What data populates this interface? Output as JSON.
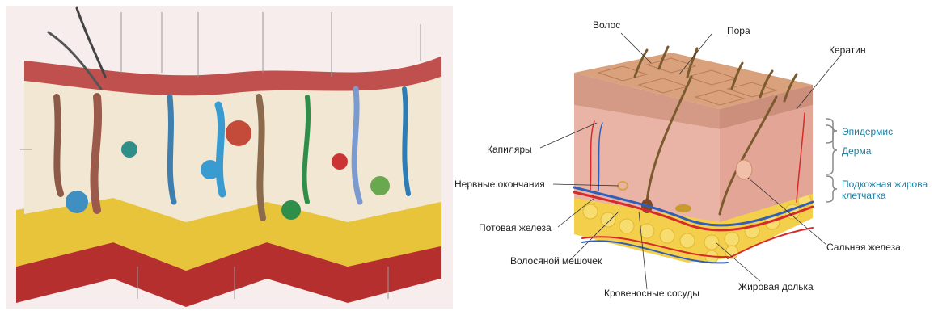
{
  "figure_left": {
    "caption": ""
  },
  "figure_right": {
    "labels": {
      "hair": "Волос",
      "pore": "Пора",
      "keratin": "Кератин",
      "capillaries": "Капиляры",
      "nerve_endings": "Нервные окончания",
      "sweat_gland": "Потовая железа",
      "hair_follicle": "Волосяной мешочек",
      "blood_vessels": "Кровеносные сосуды",
      "fat_lobule": "Жировая долька",
      "sebaceous_gland": "Сальная железа"
    },
    "layers": {
      "epidermis": "Эпидермис",
      "dermis": "Дерма",
      "subcutaneous_line1": "Подкожная жирова",
      "subcutaneous_line2": "клетчатка"
    }
  },
  "colors": {
    "epidermis": "#d9a27d",
    "dermis": "#e9b4a6",
    "fat": "#f3cf4c",
    "artery": "#d72a2a",
    "vein": "#2f5fb8",
    "layer_text": "#1e7fa0"
  }
}
